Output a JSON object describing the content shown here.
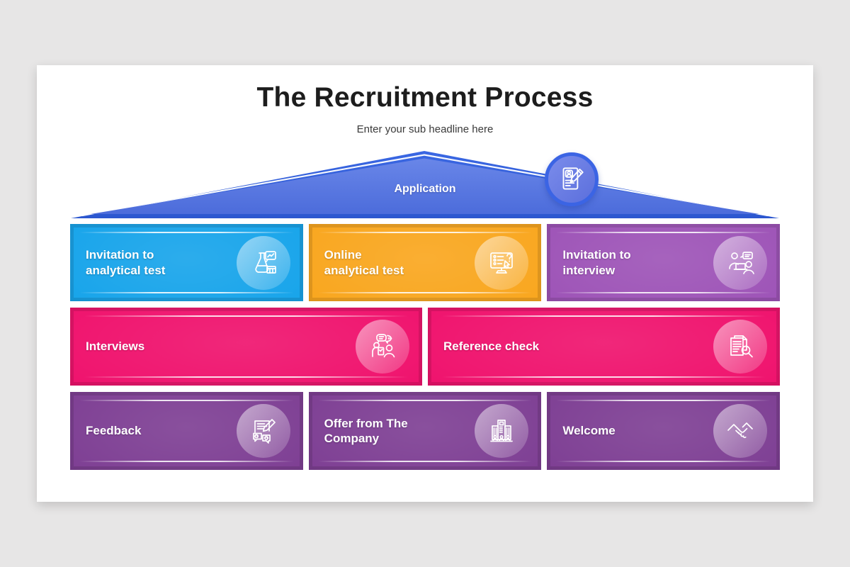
{
  "slide": {
    "title": "The Recruitment Process",
    "subtitle": "Enter your sub headline here"
  },
  "roof": {
    "label": "Application",
    "icon": "application-document-icon",
    "color_outer": "#2e5cd8",
    "color_inner": "#5d7ce3",
    "badge_ring_color": "#3b64e4"
  },
  "blocks": [
    {
      "label": "Invitation to\nanalytical test",
      "icon": "flask-analytics-icon",
      "color": "#14a3ea"
    },
    {
      "label": "Online\nanalytical test",
      "icon": "online-test-monitor-icon",
      "color": "#f9a51b"
    },
    {
      "label": "Invitation to\ninterview",
      "icon": "interview-invite-icon",
      "color": "#9c51b6"
    },
    {
      "label": "Interviews",
      "icon": "interviews-people-icon",
      "color": "#ef0f6b"
    },
    {
      "label": "Reference check",
      "icon": "reference-check-docs-icon",
      "color": "#ef0f6b"
    },
    {
      "label": "Feedback",
      "icon": "feedback-note-icon",
      "color": "#7c3c92"
    },
    {
      "label": "Offer from The\nCompany",
      "icon": "company-building-icon",
      "color": "#7c3c92"
    },
    {
      "label": "Welcome",
      "icon": "welcome-handshake-icon",
      "color": "#7c3c92"
    }
  ]
}
